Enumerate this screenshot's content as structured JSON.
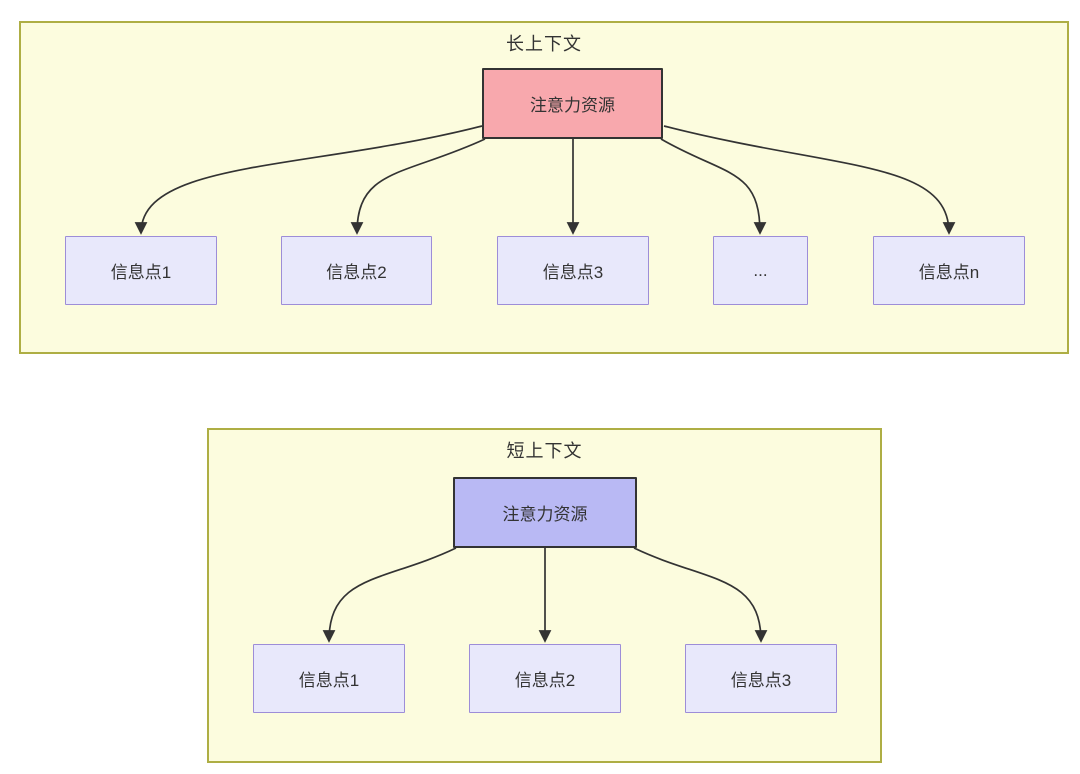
{
  "diagram": {
    "panels": [
      {
        "id": "long-context",
        "title": "长上下文",
        "root_label": "注意力资源",
        "children": [
          "信息点1",
          "信息点2",
          "信息点3",
          "...",
          "信息点n"
        ],
        "colors": {
          "panel_bg": "#FCFCDE",
          "panel_border": "#AEAE44",
          "root_fill": "#F8A8AD",
          "root_border": "#333333",
          "child_fill": "#E8E8FB",
          "child_border": "#9D8DD8",
          "arrow": "#333333",
          "text": "#333333"
        }
      },
      {
        "id": "short-context",
        "title": "短上下文",
        "root_label": "注意力资源",
        "children": [
          "信息点1",
          "信息点2",
          "信息点3"
        ],
        "colors": {
          "panel_bg": "#FCFCDE",
          "panel_border": "#AEAE44",
          "root_fill": "#B9B9F4",
          "root_border": "#333333",
          "child_fill": "#E8E8FB",
          "child_border": "#9D8DD8",
          "arrow": "#333333",
          "text": "#333333"
        }
      }
    ]
  }
}
